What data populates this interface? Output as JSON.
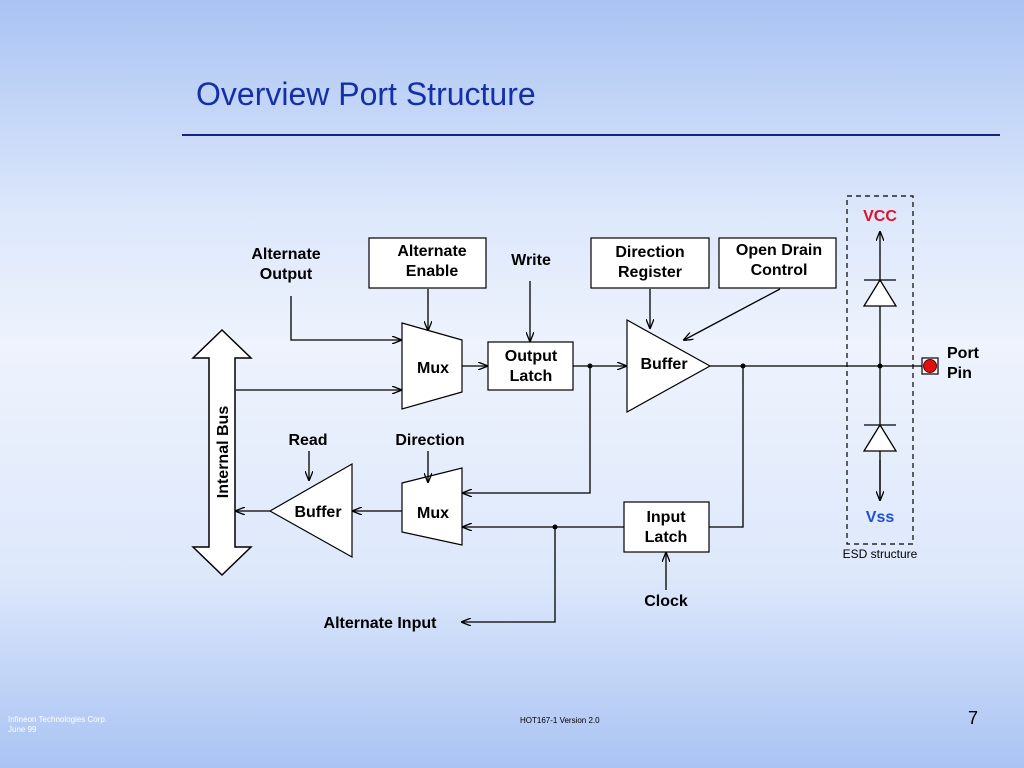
{
  "slide": {
    "title": "Overview Port Structure",
    "page_number": "7",
    "footer_left_line1": "Infineon Technologies Corp.",
    "footer_left_line2": "June 99",
    "footer_center": "HOT167-1  Version 2.0"
  },
  "diagram": {
    "internal_bus": "Internal Bus",
    "alt_output": [
      "Alternate",
      "Output"
    ],
    "alt_enable": [
      "Alternate",
      "Enable"
    ],
    "write": "Write",
    "direction_register": [
      "Direction",
      "Register"
    ],
    "open_drain_control": [
      "Open Drain",
      "Control"
    ],
    "mux_top": "Mux",
    "output_latch": [
      "Output",
      "Latch"
    ],
    "buffer_out": "Buffer",
    "read": "Read",
    "direction": "Direction",
    "buffer_in": "Buffer",
    "mux_bottom": "Mux",
    "input_latch": [
      "Input",
      "Latch"
    ],
    "clock": "Clock",
    "alternate_input": "Alternate Input",
    "vcc": "VCC",
    "vss": "Vss",
    "esd_structure": "ESD structure",
    "port_pin": [
      "Port",
      "Pin"
    ],
    "colors": {
      "vcc": "#e0102a",
      "vss": "#1f4fd8",
      "pin": "#e01010",
      "title": "#1530a6"
    }
  }
}
